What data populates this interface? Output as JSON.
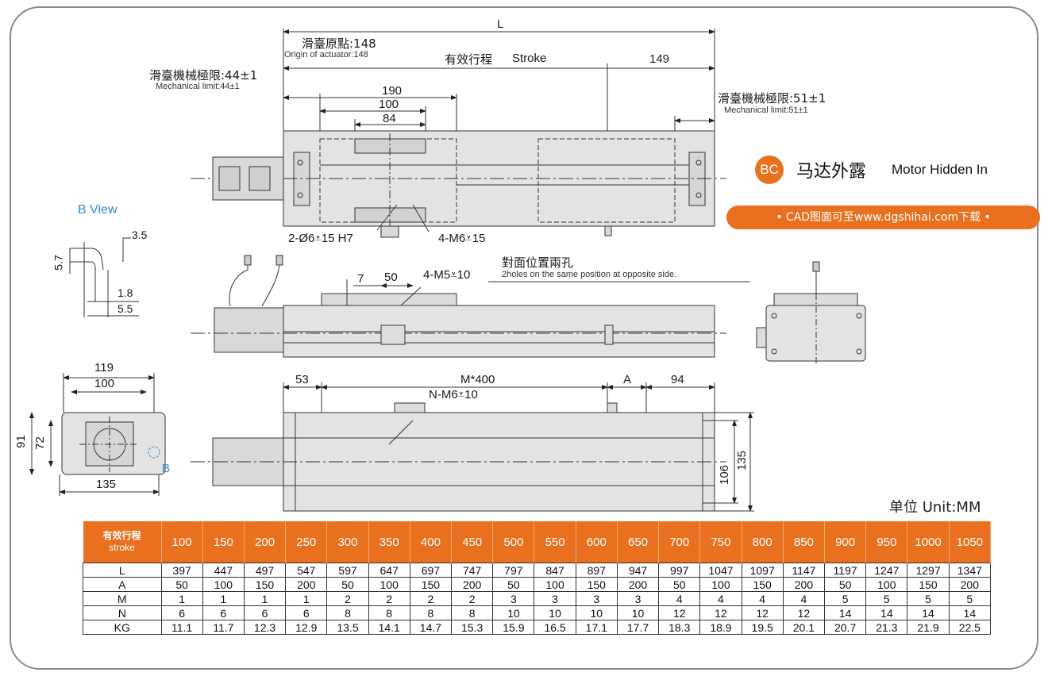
{
  "header": {
    "length_label": "L",
    "origin_cn": "滑臺原點:148",
    "origin_en": "Origin of actuator:148",
    "stroke_cn": "有效行程",
    "stroke_en": "Stroke",
    "dim_149": "149",
    "mech_left_cn": "滑臺機械極限:44±1",
    "mech_left_en": "Mechanical limit:44±1",
    "mech_right_cn": "滑臺機械極限:51±1",
    "mech_right_en": "Mechanical limit:51±1"
  },
  "top_view": {
    "dim_190": "190",
    "dim_100": "100",
    "dim_84": "84",
    "pin_hole": "2-Ø6⩡15 H7",
    "tap_hole": "4-M6⩡15"
  },
  "side_view": {
    "dim_7": "7",
    "dim_50": "50",
    "tap_hole": "4-M5⩡10",
    "opposite_cn": "對面位置兩孔",
    "opposite_en": "2holes on the same position at opposite side."
  },
  "bottom_view": {
    "dim_53": "53",
    "pitch": "M*400",
    "dim_a": "A",
    "dim_94": "94",
    "tap_hole": "N-M6⩡10",
    "dim_106": "106",
    "dim_135": "135"
  },
  "end_view": {
    "dim_119": "119",
    "dim_100": "100",
    "dim_91": "91",
    "dim_72": "72",
    "dim_135": "135",
    "b_mark": "B"
  },
  "b_view": {
    "title": "B View",
    "dim_3_5": "3.5",
    "dim_5_7": "5.7",
    "dim_1_8": "1.8",
    "dim_5_5": "5.5"
  },
  "product": {
    "badge": "BC",
    "name_cn": "马达外露",
    "name_en": "Motor Hidden In",
    "cad_note": "•  CAD图面可至www.dgshihai.com下载  •"
  },
  "unit_label": "单位 Unit:MM",
  "spec_table": {
    "header_cn": "有效行程",
    "header_en": "stroke",
    "strokes": [
      "100",
      "150",
      "200",
      "250",
      "300",
      "350",
      "400",
      "450",
      "500",
      "550",
      "600",
      "650",
      "700",
      "750",
      "800",
      "850",
      "900",
      "950",
      "1000",
      "1050"
    ],
    "rows": [
      {
        "label": "L",
        "values": [
          "397",
          "447",
          "497",
          "547",
          "597",
          "647",
          "697",
          "747",
          "797",
          "847",
          "897",
          "947",
          "997",
          "1047",
          "1097",
          "1147",
          "1197",
          "1247",
          "1297",
          "1347"
        ]
      },
      {
        "label": "A",
        "values": [
          "50",
          "100",
          "150",
          "200",
          "50",
          "100",
          "150",
          "200",
          "50",
          "100",
          "150",
          "200",
          "50",
          "100",
          "150",
          "200",
          "50",
          "100",
          "150",
          "200"
        ]
      },
      {
        "label": "M",
        "values": [
          "1",
          "1",
          "1",
          "1",
          "2",
          "2",
          "2",
          "2",
          "3",
          "3",
          "3",
          "3",
          "4",
          "4",
          "4",
          "4",
          "5",
          "5",
          "5",
          "5"
        ]
      },
      {
        "label": "N",
        "values": [
          "6",
          "6",
          "6",
          "6",
          "8",
          "8",
          "8",
          "8",
          "10",
          "10",
          "10",
          "10",
          "12",
          "12",
          "12",
          "12",
          "14",
          "14",
          "14",
          "14"
        ]
      },
      {
        "label": "KG",
        "values": [
          "11.1",
          "11.7",
          "12.3",
          "12.9",
          "13.5",
          "14.1",
          "14.7",
          "15.3",
          "15.9",
          "16.5",
          "17.1",
          "17.7",
          "18.3",
          "18.9",
          "19.5",
          "20.1",
          "20.7",
          "21.3",
          "21.9",
          "22.5"
        ]
      }
    ]
  },
  "colors": {
    "accent": "#e8701e",
    "b_view": "#2f8fd0",
    "body_fill": "#e3e3e3",
    "line": "#333333"
  }
}
